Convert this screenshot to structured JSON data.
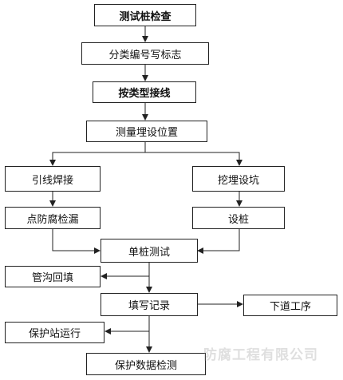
{
  "nodes": {
    "pile_check": "测试桩检查",
    "classify": "分类编号写标志",
    "wiring": "按类型接线",
    "measure_position": "测量埋设位置",
    "lead_welding": "引线焊接",
    "dig_pit": "挖埋设坑",
    "anticorrosion_check": "点防腐检漏",
    "set_pile": "设桩",
    "single_pile_test": "单桩测试",
    "backfill": "管沟回填",
    "fill_record": "填写记录",
    "next_process": "下道工序",
    "protect_station": "保护站运行",
    "data_check": "保护数据检测"
  },
  "watermark": "防腐工程有限公司"
}
